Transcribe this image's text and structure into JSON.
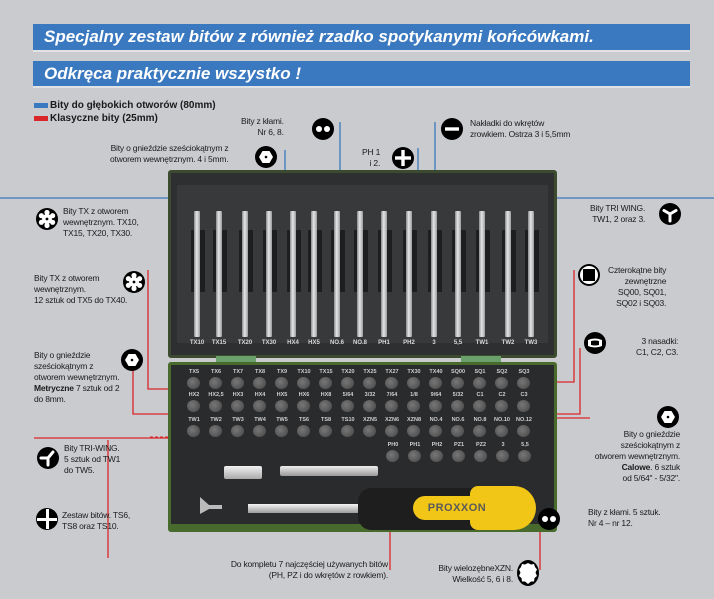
{
  "banners": {
    "title": "Specjalny zestaw bitów z również rzadko spotykanymi końcówkami.",
    "subtitle": "Odkręca praktycznie wszystko !"
  },
  "legend": [
    {
      "label": "Bity do głębokich otworów (80mm)",
      "color": "#3a78bf"
    },
    {
      "label": "Klasyczne bity (25mm)",
      "color": "#d9262a"
    }
  ],
  "callouts": {
    "claw_6_8": {
      "line1": "Bity z kłami.",
      "line2": "Nr  6, 8.",
      "icon": "two-dot-claw-icon"
    },
    "hex_4_5": {
      "line1": "Bity o gnieździe sześciokątnym z",
      "line2": "otworem wewnętrznym. 4 i 5mm.",
      "icon": "hex-socket-icon"
    },
    "ph_1_2": {
      "line1": "PH 1",
      "line2": "i 2.",
      "icon": "phillips-icon"
    },
    "slotted": {
      "line1": "Nakładki do wkrętów",
      "line2": "zrowkiem. Ostrza 3 i 5,5mm",
      "icon": "slotted-icon"
    },
    "tx_long": {
      "line1": "Bity TX z otworem",
      "line2": "wewnętrznym. TX10,",
      "line3": "TX15, TX20, TX30.",
      "icon": "torx-icon"
    },
    "tri_wing_long": {
      "line1": "Bity TRI WING.",
      "line2": "TW1, 2 oraz 3.",
      "icon": "tri-wing-icon"
    },
    "tx_short": {
      "line1": "Bity TX z otworem",
      "line2": "wewnętrznym.",
      "line3": "12 sztuk od TX5 do TX40.",
      "icon": "torx-icon"
    },
    "square": {
      "line1": "Czterokątne bity",
      "line2": "zewnętrzne",
      "line3": "SQ00, SQ01,",
      "line4": "SQ02 i SQ03.",
      "icon": "square-icon"
    },
    "nasadki": {
      "line1": "3 nasadki:",
      "line2": "C1, C2, C3.",
      "icon": "clutch-icon"
    },
    "hex_metric": {
      "line1": "Bity o gnieździe",
      "line2": "sześciokątnym z",
      "line3": "otworem wewnętrznym.",
      "bold": "Metryczne",
      "line4_rest": " 7 sztuk od 2",
      "line5": "do 8mm.",
      "icon": "hex-socket-icon"
    },
    "hex_inch": {
      "line1": "Bity o gnieździe",
      "line2": "sześciokątnym z",
      "line3": "otworem wewnętrznym.",
      "bold": "Calowe",
      "line4_rest": ". 6 sztuk",
      "line5": "od 5/64\" - 5/32\".",
      "icon": "hex-socket-icon"
    },
    "tri_wing_short": {
      "line1": "Bity TRI-WING.",
      "line2": "5 sztuk od TW1",
      "line3": "do TW5.",
      "icon": "tri-wing-icon"
    },
    "torq_set": {
      "line1": "Zestaw bitów. TS6,",
      "line2": "TS8 oraz TS10.",
      "icon": "torq-set-icon"
    },
    "claw_short": {
      "line1": "Bity z kłami. 5 sztuk.",
      "line2": "Nr 4 – nr 12.",
      "icon": "two-dot-claw-icon"
    },
    "common7": {
      "line1": "Do kompletu 7 najczęściej używanych bitów",
      "line2": "(PH, PZ i do wkrętów z rowkiem)."
    },
    "xzn": {
      "line1": "Bity wielozębneXZN.",
      "line2": "Wielkość 5, 6 i 8.",
      "icon": "xzn-spline-icon"
    }
  },
  "long_bits": [
    "TX10",
    "TX15",
    "TX20",
    "TX30",
    "HX4",
    "HX5",
    "NO.6",
    "NO.8",
    "PH1",
    "PH2",
    "3",
    "5,5",
    "TW1",
    "TW2",
    "TW3"
  ],
  "short_rows": [
    [
      "TX5",
      "TX6",
      "TX7",
      "TX8",
      "TX9",
      "TX10",
      "TX15",
      "TX20",
      "TX25",
      "TX27",
      "TX30",
      "TX40",
      "SQ00",
      "SQ1",
      "SQ2",
      "SQ3"
    ],
    [
      "HX2",
      "HX2,5",
      "HX3",
      "HX4",
      "HX5",
      "HX6",
      "HX8",
      "5/64",
      "3/32",
      "7/64",
      "1/8",
      "9/64",
      "5/32",
      "C1",
      "C2",
      "C3"
    ],
    [
      "TW1",
      "TW2",
      "TW3",
      "TW4",
      "TW5",
      "TS6",
      "TS8",
      "TS10",
      "XZN5",
      "XZN6",
      "XZN8",
      "NO.4",
      "NO.6",
      "NO.8",
      "NO.10",
      "NO.12"
    ],
    [
      "PH0",
      "PH1",
      "PH2",
      "PZ1",
      "PZ2",
      "3",
      "5,5"
    ]
  ],
  "brand": "PROXXON"
}
